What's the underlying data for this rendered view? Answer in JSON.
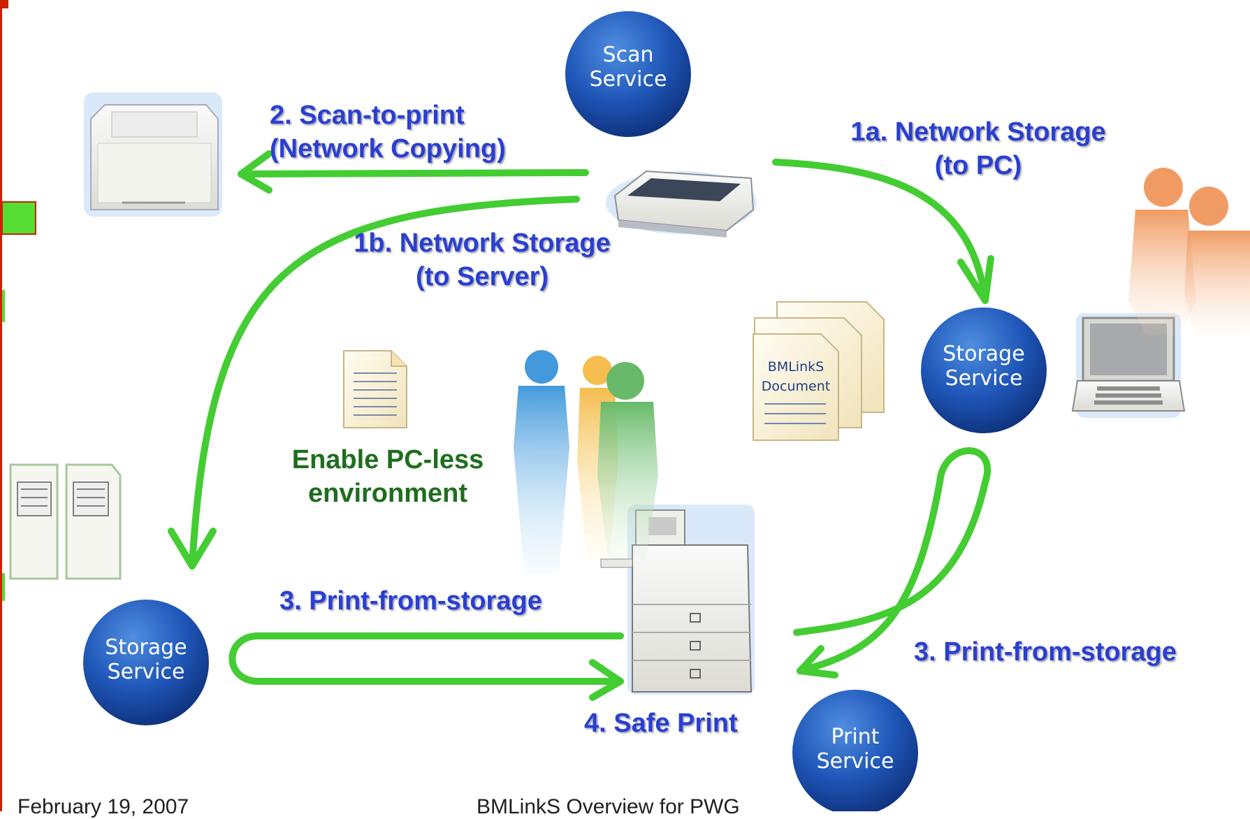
{
  "services": {
    "scan": {
      "line1": "Scan",
      "line2": "Service"
    },
    "storage_right": {
      "line1": "Storage",
      "line2": "Service"
    },
    "storage_left": {
      "line1": "Storage",
      "line2": "Service"
    },
    "print": {
      "line1": "Print",
      "line2": "Service"
    }
  },
  "labels": {
    "scan_to_print_l1": "2. Scan-to-print",
    "scan_to_print_l2": "(Network Copying)",
    "network_storage_pc_l1": "1a. Network Storage",
    "network_storage_pc_l2": "(to PC)",
    "network_storage_server_l1": "1b. Network Storage",
    "network_storage_server_l2": "(to Server)",
    "pc_less_l1": "Enable PC-less",
    "pc_less_l2": "environment",
    "print_from_storage_left": "3. Print-from-storage",
    "print_from_storage_right": "3. Print-from-storage",
    "safe_print": "4. Safe Print"
  },
  "document_icon": {
    "line1": "BMLinkS",
    "line2": "Document"
  },
  "footer": {
    "date": "February 19, 2007",
    "title": "BMLinkS Overview for PWG"
  },
  "colors": {
    "arrow": "#44cc33",
    "label_blue": "#2a3fd0",
    "label_green": "#1e6e1e",
    "service_circle": "#1d4aa8",
    "accent_red": "#cc2200",
    "accent_green": "#55dd33"
  },
  "icons": [
    "printer-icon",
    "scanner-icon",
    "laptop-icon",
    "server-icon",
    "document-icon",
    "documents-stack-icon",
    "multifunction-printer-icon",
    "people-silhouette-icon"
  ]
}
